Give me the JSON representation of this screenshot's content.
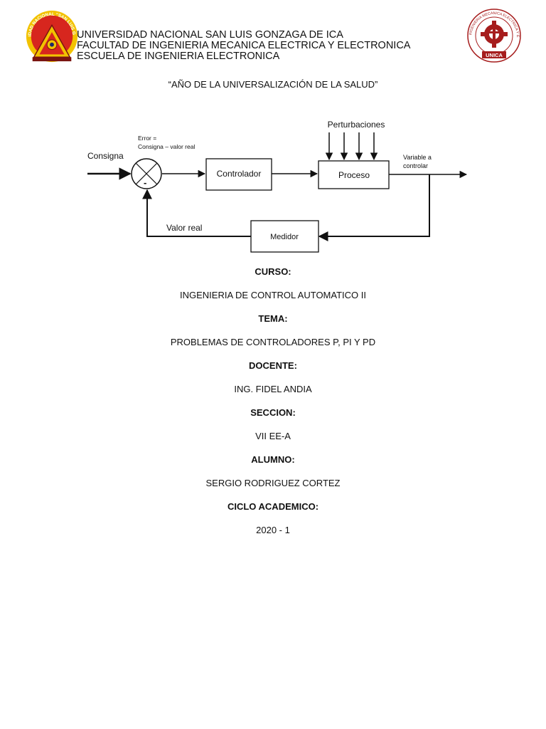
{
  "header": {
    "university": "UNIVERSIDAD NACIONAL SAN LUIS GONZAGA DE ICA",
    "faculty": "FACULTAD DE INGENIERIA MECANICA ELECTRICA Y ELECTRONICA",
    "school": "ESCUELA DE INGENIERIA ELECTRONICA"
  },
  "logos": {
    "left_ring_text": "UNIVERSIDAD NACIONAL \"SAN LUIS GONZAGA\"",
    "right_ring_text": "FACULTAD DE INGENIERIA MECANICA ELECTRICA Y ELECTRONICA",
    "right_banner": "UNICA",
    "left_color": "#d7261e",
    "sun_color": "#f2c200",
    "right_color": "#a61d1d"
  },
  "motto": "“AÑO DE LA UNIVERSALIZACIÓN DE LA SALUD”",
  "diagram": {
    "consigna": "Consigna",
    "error_line1": "Error =",
    "error_line2": "Consigna – valor real",
    "minus_sign": "-",
    "controlador": "Controlador",
    "perturbaciones": "Perturbaciones",
    "proceso": "Proceso",
    "variable_line1": "Variable a",
    "variable_line2": "controlar",
    "medidor": "Medidor",
    "valor_real": "Valor real"
  },
  "info": [
    {
      "label": "CURSO:",
      "value": "INGENIERIA DE CONTROL AUTOMATICO II"
    },
    {
      "label": "TEMA:",
      "value": "PROBLEMAS DE CONTROLADORES P, PI Y PD"
    },
    {
      "label": "DOCENTE:",
      "value": "ING. FIDEL ANDIA"
    },
    {
      "label": "SECCION:",
      "value": "VII EE-A"
    },
    {
      "label": "ALUMNO:",
      "value": "SERGIO RODRIGUEZ CORTEZ"
    },
    {
      "label": "CICLO ACADEMICO:",
      "value": "2020 - 1"
    }
  ]
}
